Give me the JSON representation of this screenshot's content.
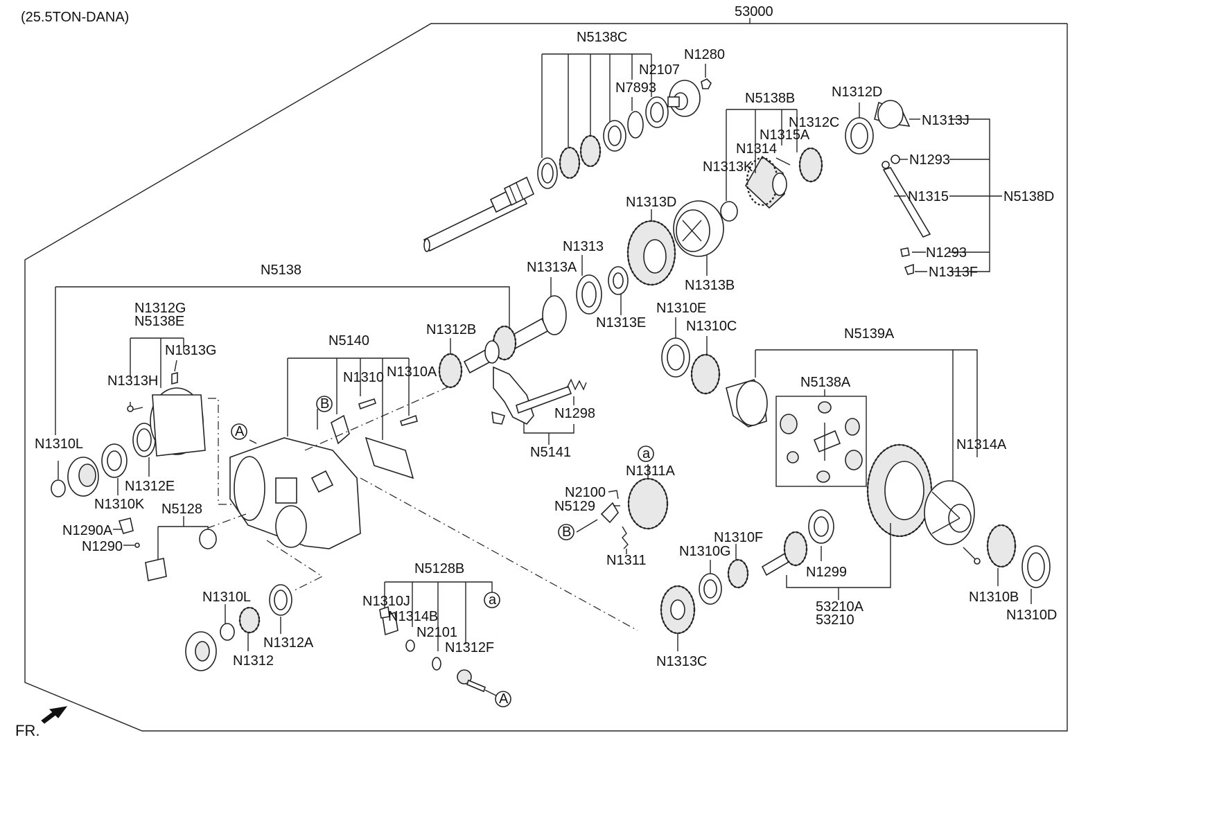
{
  "header": {
    "title": "(25.5TON-DANA)",
    "assembly_number": "53000"
  },
  "footer": {
    "front_marker": "FR."
  },
  "callouts": {
    "a": "a",
    "b": "B",
    "A": "A"
  },
  "labels": {
    "N5138C": "N5138C",
    "N1280": "N1280",
    "N2107": "N2107",
    "N7893": "N7893",
    "N5138B": "N5138B",
    "N1312D": "N1312D",
    "N1312C": "N1312C",
    "N1313J": "N1313J",
    "N1315A": "N1315A",
    "N1314": "N1314",
    "N1293a": "N1293",
    "N1313K": "N1313K",
    "N1315": "N1315",
    "N5138D": "N5138D",
    "N1313D": "N1313D",
    "N1293b": "N1293",
    "N1313F": "N1313F",
    "N1313": "N1313",
    "N1313A": "N1313A",
    "N1313B": "N1313B",
    "N5138": "N5138",
    "N1313E": "N1313E",
    "N1310E": "N1310E",
    "N1312G": "N1312G",
    "N5138E": "N5138E",
    "N1312B": "N1312B",
    "N1310C": "N1310C",
    "N5139A": "N5139A",
    "N5140": "N5140",
    "N1313G": "N1313G",
    "N1310": "N1310",
    "N1310A": "N1310A",
    "N5138A": "N5138A",
    "N1313H": "N1313H",
    "N1298": "N1298",
    "N1310L_a": "N1310L",
    "N5141": "N5141",
    "N1314A": "N1314A",
    "N1312E": "N1312E",
    "N1310K": "N1310K",
    "N1311A": "N1311A",
    "N2100": "N2100",
    "N5128": "N5128",
    "N5129": "N5129",
    "N1290A": "N1290A",
    "N1290": "N1290",
    "N1311": "N1311",
    "N1310F": "N1310F",
    "N1310G": "N1310G",
    "N1299": "N1299",
    "N5128B": "N5128B",
    "N1310L_b": "N1310L",
    "N1310J": "N1310J",
    "N1314B": "N1314B",
    "N2101": "N2101",
    "N1312F": "N1312F",
    "N1312A": "N1312A",
    "N1312": "N1312",
    "N53210A": "53210A",
    "N53210": "53210",
    "N1310B": "N1310B",
    "N1310D": "N1310D",
    "N1313C": "N1313C"
  }
}
